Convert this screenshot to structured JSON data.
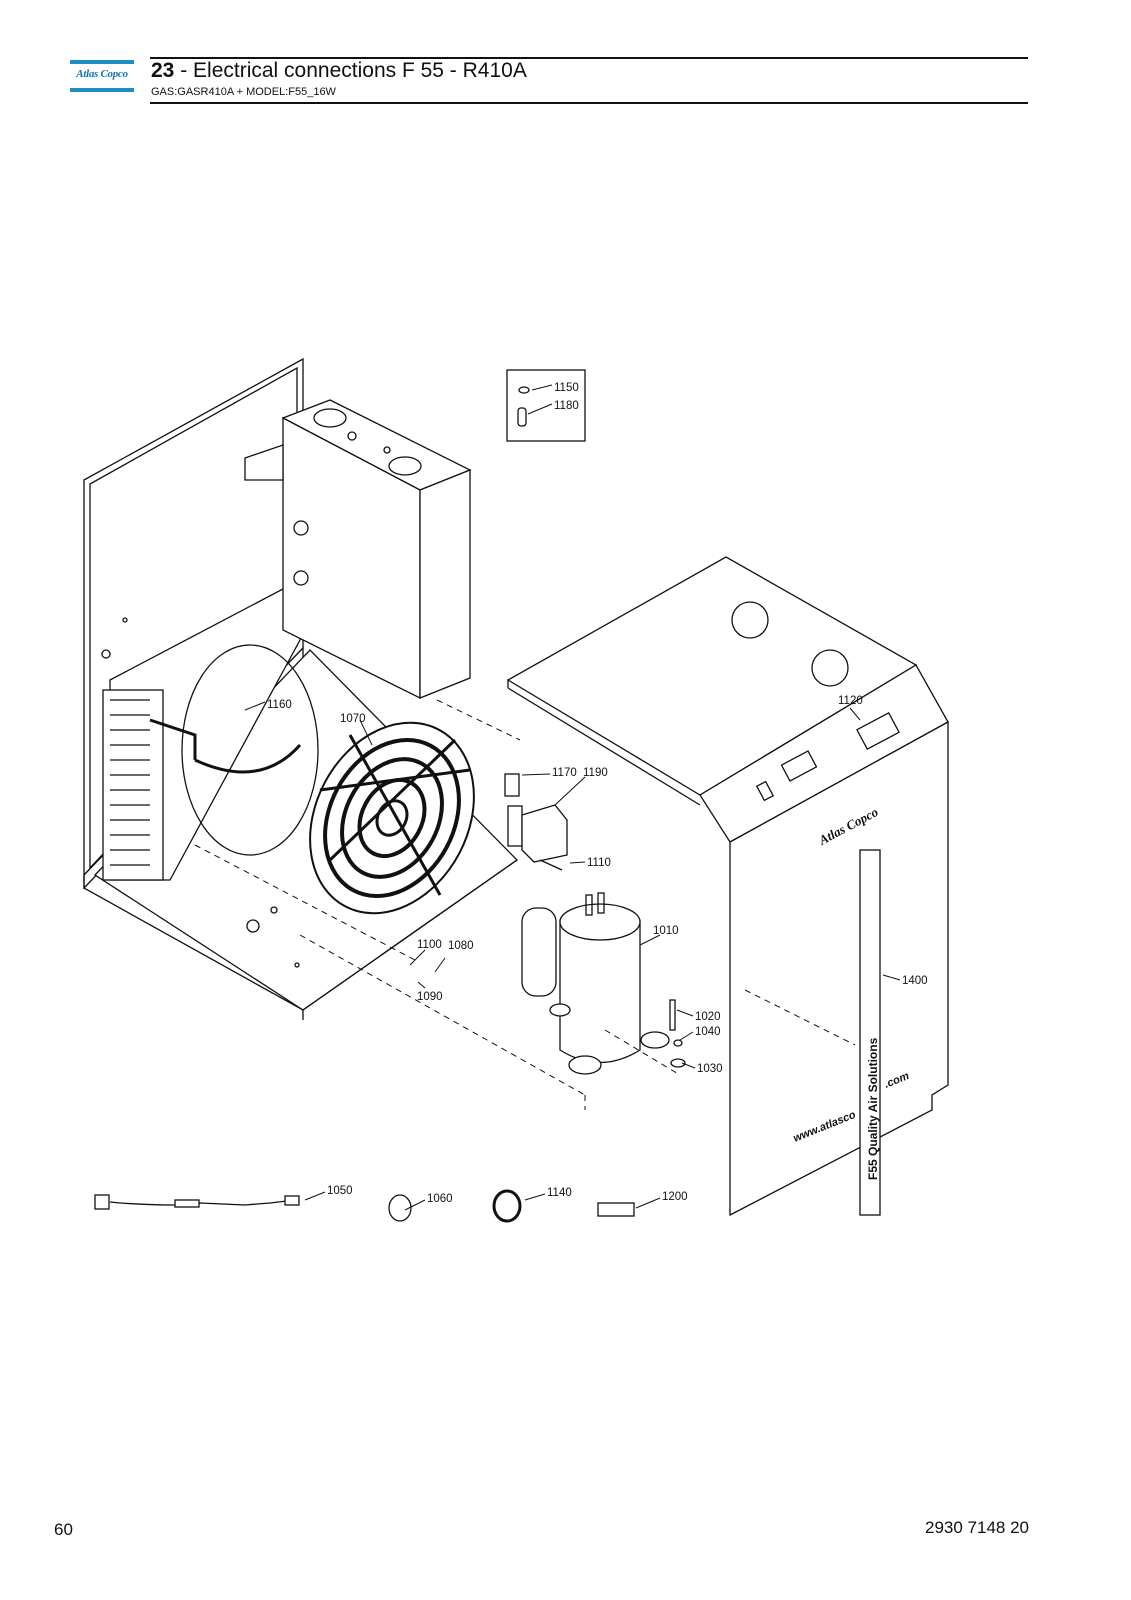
{
  "header": {
    "brand": "Atlas Copco",
    "section_number": "23",
    "section_title": " - Electrical connections F 55 - R410A",
    "subtitle": "GAS:GASR410A + MODEL:F55_16W"
  },
  "drawing": {
    "callouts": [
      "1150",
      "1180",
      "1160",
      "1070",
      "1120",
      "1170",
      "1190",
      "1110",
      "1010",
      "1100",
      "1080",
      "1090",
      "1400",
      "1020",
      "1040",
      "1030",
      "1050",
      "1060",
      "1140",
      "1200"
    ],
    "cabinet_brand": "Atlas Copco",
    "decal_text": "F55 Quality Air Solutions",
    "decal_url": "www.atlasco",
    "decal_url_end": ".com"
  },
  "footer": {
    "page_number": "60",
    "document_number": "2930 7148 20"
  }
}
